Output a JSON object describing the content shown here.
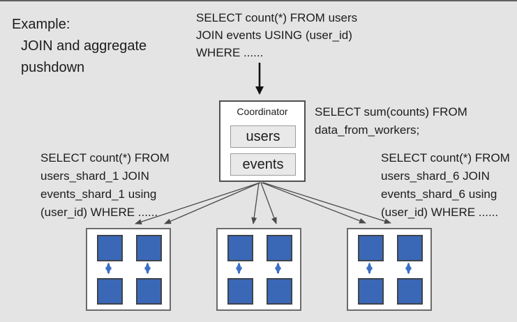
{
  "slide": {
    "heading": {
      "lines": [
        "Example:",
        "JOIN and aggregate",
        "pushdown"
      ]
    }
  },
  "queries": {
    "incoming": {
      "lines": [
        "SELECT count(*) FROM users",
        "JOIN events USING (user_id)",
        "WHERE ......"
      ]
    },
    "aggregate_on_coordinator": {
      "lines": [
        "SELECT sum(counts) FROM",
        "data_from_workers;"
      ]
    },
    "pushed_down_shard_1": {
      "lines": [
        "SELECT count(*) FROM",
        "users_shard_1 JOIN",
        "events_shard_1 using",
        "(user_id) WHERE ......"
      ]
    },
    "pushed_down_shard_6": {
      "lines": [
        "SELECT count(*) FROM",
        "users_shard_6 JOIN",
        "events_shard_6 using",
        "(user_id) WHERE ......"
      ]
    }
  },
  "coordinator": {
    "label": "Coordinator",
    "tables": [
      "users",
      "events"
    ]
  },
  "workers": {
    "count": 3,
    "shards_per_worker": 4
  },
  "colors": {
    "background": "#e4e4e4",
    "text": "#1c1c1c",
    "node_fill": "#ffffff",
    "node_border": "#4f4f4f",
    "table_fill": "#e9e9e9",
    "table_border": "#9b9b9b",
    "shard_fill": "#3a68b7",
    "shard_border": "#3f434b",
    "arrow_black": "#111111",
    "arrow_gray": "#4a4a4a",
    "arrow_blue": "#3b6fc6"
  }
}
